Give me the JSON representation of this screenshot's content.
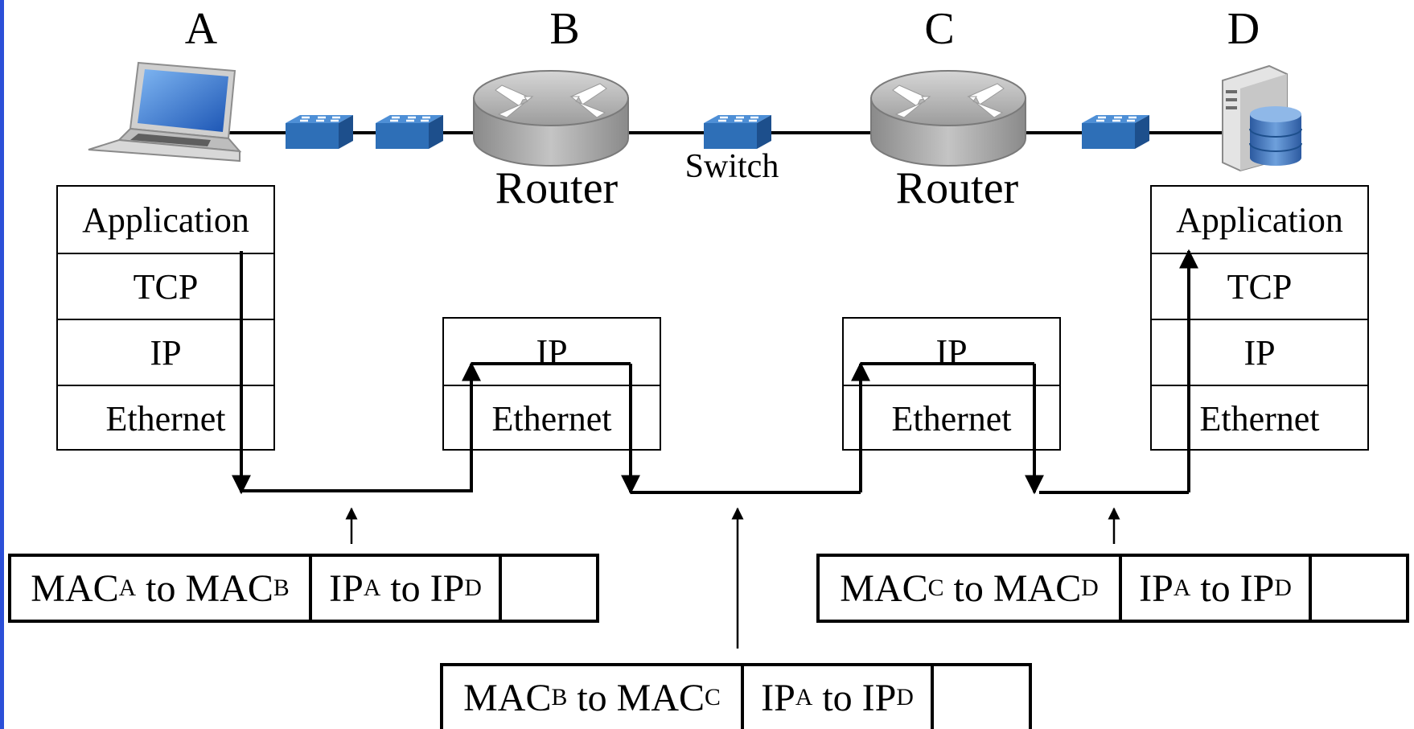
{
  "nodes": {
    "a": {
      "label": "A"
    },
    "b": {
      "label": "B",
      "device": "Router"
    },
    "c": {
      "label": "C",
      "device": "Router"
    },
    "d": {
      "label": "D"
    }
  },
  "switch_label": "Switch",
  "stacks": {
    "host_a": [
      "Application",
      "TCP",
      "IP",
      "Ethernet"
    ],
    "router_b": [
      "IP",
      "Ethernet"
    ],
    "router_c": [
      "IP",
      "Ethernet"
    ],
    "host_d": [
      "Application",
      "TCP",
      "IP",
      "Ethernet"
    ]
  },
  "frames": {
    "left": {
      "mac_src": "MAC",
      "mac_src_sub": "A",
      "mac_to": " to ",
      "mac_dst": "MAC",
      "mac_dst_sub": "B",
      "ip_src": "IP",
      "ip_src_sub": "A",
      "ip_to": " to ",
      "ip_dst": "IP",
      "ip_dst_sub": "D"
    },
    "middle": {
      "mac_src": "MAC",
      "mac_src_sub": "B",
      "mac_to": " to ",
      "mac_dst": "MAC",
      "mac_dst_sub": "C",
      "ip_src": "IP",
      "ip_src_sub": "A",
      "ip_to": " to ",
      "ip_dst": "IP",
      "ip_dst_sub": "D"
    },
    "right": {
      "mac_src": "MAC",
      "mac_src_sub": "C",
      "mac_to": " to ",
      "mac_dst": "MAC",
      "mac_dst_sub": "D",
      "ip_src": "IP",
      "ip_src_sub": "A",
      "ip_to": " to ",
      "ip_dst": "IP",
      "ip_dst_sub": "D"
    }
  },
  "colors": {
    "switch_blue": "#2e6fb7",
    "router_gray": "#a9a9a9",
    "left_border": "#2b4fd8"
  }
}
